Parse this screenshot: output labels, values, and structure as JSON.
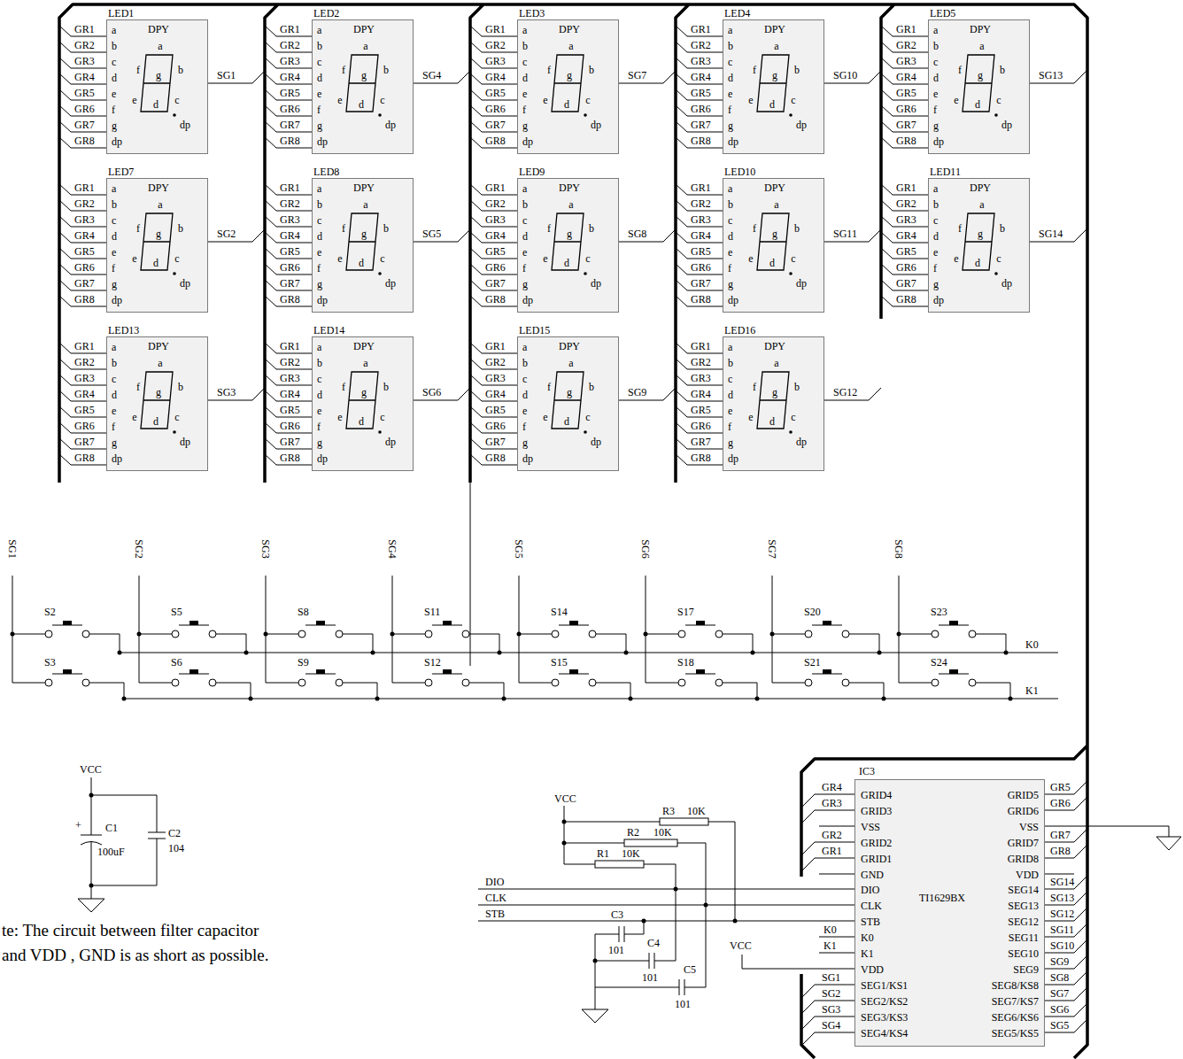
{
  "diagram": {
    "nodes": [
      {
        "text": [
          "LED1",
          "DPY",
          "a",
          "b",
          "c",
          "d",
          "e",
          "f",
          "g",
          "dp",
          "a",
          "f",
          "g",
          "b",
          "e",
          "c",
          "d",
          "dp"
        ]
      },
      {
        "text": [
          "LED2",
          "DPY",
          "a",
          "b",
          "c",
          "d",
          "e",
          "f",
          "g",
          "dp",
          "a",
          "f",
          "g",
          "b",
          "e",
          "c",
          "d",
          "dp"
        ]
      },
      {
        "text": [
          "LED3",
          "DPY",
          "a",
          "b",
          "c",
          "d",
          "e",
          "f",
          "g",
          "dp",
          "a",
          "f",
          "g",
          "b",
          "e",
          "c",
          "d",
          "dp"
        ]
      },
      {
        "text": [
          "LED4",
          "DPY",
          "a",
          "b",
          "c",
          "d",
          "e",
          "f",
          "g",
          "dp",
          "a",
          "f",
          "g",
          "b",
          "e",
          "c",
          "d",
          "dp"
        ]
      },
      {
        "text": [
          "LED5",
          "DPY",
          "a",
          "b",
          "c",
          "d",
          "e",
          "f",
          "g",
          "dp",
          "a",
          "f",
          "g",
          "b",
          "e",
          "c",
          "d",
          "dp"
        ]
      },
      {
        "text": [
          "LED7",
          "DPY",
          "a",
          "b",
          "c",
          "d",
          "e",
          "f",
          "g",
          "dp",
          "a",
          "f",
          "g",
          "b",
          "e",
          "c",
          "d",
          "dp"
        ]
      },
      {
        "text": [
          "LED8",
          "DPY",
          "a",
          "b",
          "c",
          "d",
          "e",
          "f",
          "g",
          "dp",
          "a",
          "f",
          "g",
          "b",
          "e",
          "c",
          "d",
          "dp"
        ]
      },
      {
        "text": [
          "LED9",
          "DPY",
          "a",
          "b",
          "c",
          "d",
          "e",
          "f",
          "g",
          "dp",
          "a",
          "f",
          "g",
          "b",
          "e",
          "c",
          "d",
          "dp"
        ]
      },
      {
        "text": [
          "LED10",
          "DPY",
          "a",
          "b",
          "c",
          "d",
          "e",
          "f",
          "g",
          "dp",
          "a",
          "f",
          "g",
          "b",
          "e",
          "c",
          "d",
          "dp"
        ]
      },
      {
        "text": [
          "LED11",
          "DPY",
          "a",
          "b",
          "c",
          "d",
          "e",
          "f",
          "g",
          "dp",
          "a",
          "f",
          "g",
          "b",
          "e",
          "c",
          "d",
          "dp"
        ]
      },
      {
        "text": [
          "LED13",
          "DPY",
          "a",
          "b",
          "c",
          "d",
          "e",
          "f",
          "g",
          "dp",
          "a",
          "f",
          "g",
          "b",
          "e",
          "c",
          "d",
          "dp"
        ]
      },
      {
        "text": [
          "LED14",
          "DPY",
          "a",
          "b",
          "c",
          "d",
          "e",
          "f",
          "g",
          "dp",
          "a",
          "f",
          "g",
          "b",
          "e",
          "c",
          "d",
          "dp"
        ]
      },
      {
        "text": [
          "LED15",
          "DPY",
          "a",
          "b",
          "c",
          "d",
          "e",
          "f",
          "g",
          "dp",
          "a",
          "f",
          "g",
          "b",
          "e",
          "c",
          "d",
          "dp"
        ]
      },
      {
        "text": [
          "LED16",
          "DPY",
          "a",
          "b",
          "c",
          "d",
          "e",
          "f",
          "g",
          "dp",
          "a",
          "f",
          "g",
          "b",
          "e",
          "c",
          "d",
          "dp"
        ]
      },
      {
        "text": [
          "IC3",
          "TI1629BX",
          "GRID4",
          "GRID3",
          "VSS",
          "GRID2",
          "GRID1",
          "GND",
          "DIO",
          "CLK",
          "STB",
          "K0",
          "K1",
          "VDD",
          "SEG1/KS1",
          "SEG2/KS2",
          "SEG3/KS3",
          "SEG4/KS4",
          "GRID5",
          "GRID6",
          "VSS",
          "GRID7",
          "GRID8",
          "VDD",
          "SEG14",
          "SEG13",
          "SEG12",
          "SEG11",
          "SEG10",
          "SEG9",
          "SEG8/KS8",
          "SEG7/KS7",
          "SEG6/KS6",
          "SEG5/KS5"
        ]
      }
    ],
    "labels": [
      "GR1",
      "GR2",
      "GR3",
      "GR4",
      "GR5",
      "GR6",
      "GR7",
      "GR8",
      "SG1",
      "GR1",
      "GR2",
      "GR3",
      "GR4",
      "GR5",
      "GR6",
      "GR7",
      "GR8",
      "SG4",
      "GR1",
      "GR2",
      "GR3",
      "GR4",
      "GR5",
      "GR6",
      "GR7",
      "GR8",
      "SG7",
      "GR1",
      "GR2",
      "GR3",
      "GR4",
      "GR5",
      "GR6",
      "GR7",
      "GR8",
      "SG10",
      "GR1",
      "GR2",
      "GR3",
      "GR4",
      "GR5",
      "GR6",
      "GR7",
      "GR8",
      "SG13",
      "GR1",
      "GR2",
      "GR3",
      "GR4",
      "GR5",
      "GR6",
      "GR7",
      "GR8",
      "SG2",
      "GR1",
      "GR2",
      "GR3",
      "GR4",
      "GR5",
      "GR6",
      "GR7",
      "GR8",
      "SG5",
      "GR1",
      "GR2",
      "GR3",
      "GR4",
      "GR5",
      "GR6",
      "GR7",
      "GR8",
      "SG8",
      "GR1",
      "GR2",
      "GR3",
      "GR4",
      "GR5",
      "GR6",
      "GR7",
      "GR8",
      "SG11",
      "GR1",
      "GR2",
      "GR3",
      "GR4",
      "GR5",
      "GR6",
      "GR7",
      "GR8",
      "SG14",
      "GR1",
      "GR2",
      "GR3",
      "GR4",
      "GR5",
      "GR6",
      "GR7",
      "GR8",
      "SG3",
      "GR1",
      "GR2",
      "GR3",
      "GR4",
      "GR5",
      "GR6",
      "GR7",
      "GR8",
      "SG6",
      "GR1",
      "GR2",
      "GR3",
      "GR4",
      "GR5",
      "GR6",
      "GR7",
      "GR8",
      "SG9",
      "GR1",
      "GR2",
      "GR3",
      "GR4",
      "GR5",
      "GR6",
      "GR7",
      "GR8",
      "SG12",
      "SG1",
      "SG2",
      "SG3",
      "SG4",
      "SG5",
      "SG6",
      "SG7",
      "SG8",
      "S2",
      "S3",
      "S5",
      "S6",
      "S8",
      "S9",
      "S11",
      "S12",
      "S14",
      "S15",
      "S17",
      "S18",
      "S20",
      "S21",
      "S23",
      "S24",
      "K0",
      "K1",
      "GR4",
      "GR3",
      "GR2",
      "GR1",
      "K0",
      "K1",
      "VCC",
      "SG1",
      "SG2",
      "SG3",
      "SG4",
      "GR5",
      "GR6",
      "GR7",
      "GR8",
      "SG14",
      "SG13",
      "SG12",
      "SG11",
      "SG10",
      "SG9",
      "SG8",
      "SG7",
      "SG6",
      "SG5",
      "DIO",
      "CLK",
      "STB",
      "VCC",
      "R3",
      "10K",
      "R2",
      "10K",
      "R1",
      "10K",
      "C3",
      "101",
      "C4",
      "101",
      "C5",
      "101",
      "VCC",
      "+",
      "C1",
      "100uF",
      "C2",
      "104",
      "te: The circuit between filter capacitor",
      "and VDD , GND is as short as possible."
    ]
  }
}
